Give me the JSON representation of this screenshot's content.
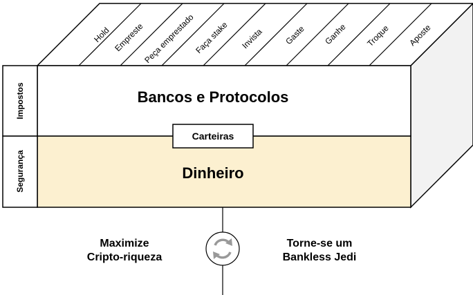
{
  "top_labels": [
    "Hold",
    "Empreste",
    "Peça emprestado",
    "Faça stake",
    "Invista",
    "Gaste",
    "Ganhe",
    "Troque",
    "Aposte"
  ],
  "side_labels": {
    "top": "Impostos",
    "bottom": "Segurança"
  },
  "layers": {
    "top": "Bancos e Protocolos",
    "wallets": "Carteiras",
    "bottom": "Dinheiro"
  },
  "bottom_left": [
    "Maximize",
    "Cripto-riqueza"
  ],
  "bottom_right": [
    "Torne-se um",
    "Bankless Jedi"
  ],
  "colors": {
    "money_fill": "#fcf0d0",
    "side_face": "#f2f2f2",
    "cycle_icon": "#999999"
  },
  "icons": {
    "cycle": "refresh-cycle-icon"
  }
}
